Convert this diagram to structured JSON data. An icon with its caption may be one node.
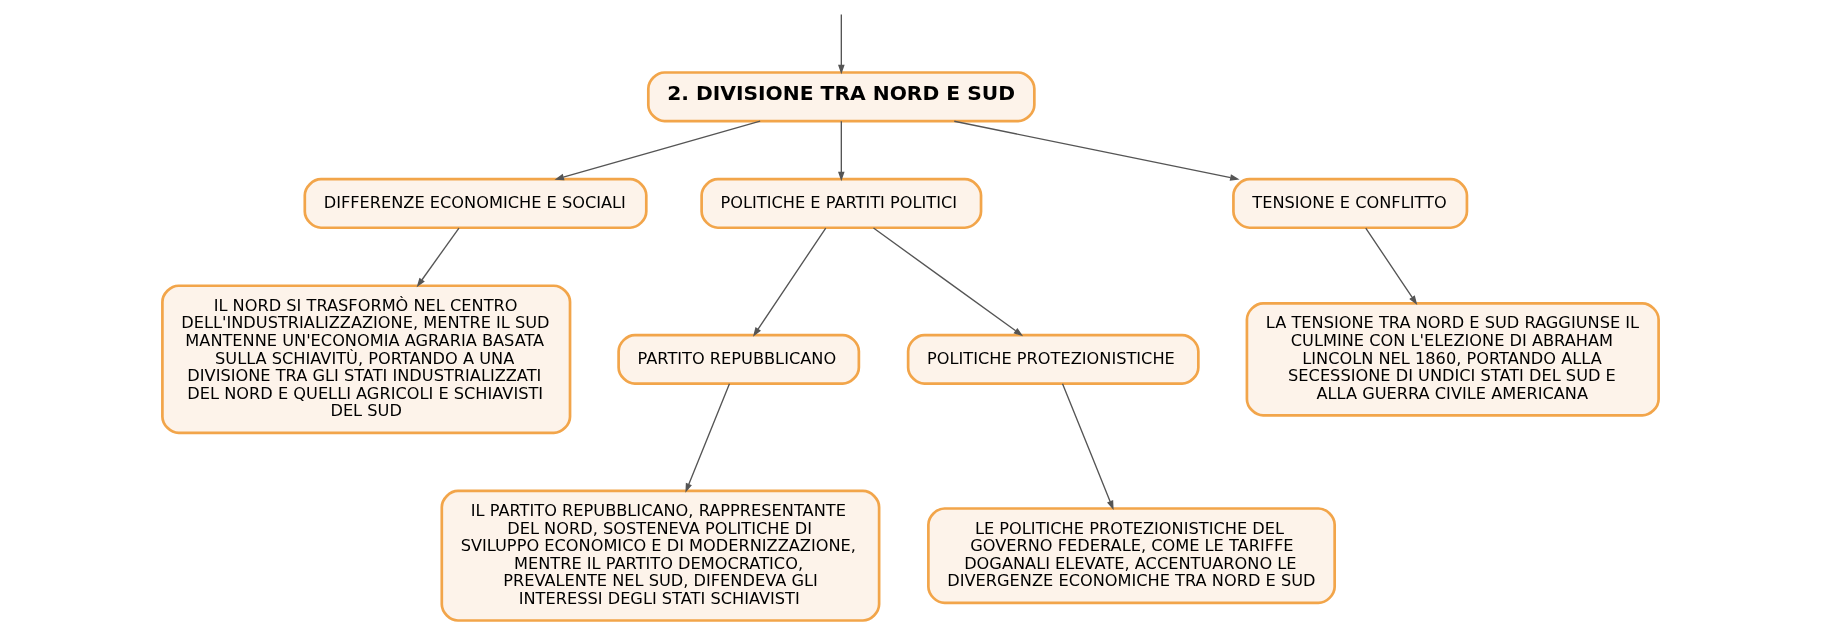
{
  "diagram": {
    "nodes": [
      {
        "text": [
          "2. DIVISIONE TRA NORD E SUD"
        ]
      },
      {
        "text": [
          "DIFFERENZE ECONOMICHE E SOCIALI"
        ]
      },
      {
        "text": [
          "POLITICHE E PARTITI POLITICI"
        ]
      },
      {
        "text": [
          "TENSIONE E CONFLITTO"
        ]
      },
      {
        "text": [
          "IL NORD SI TRASFORMÒ NEL CENTRO DELL'INDUSTRIALIZZAZIONE, MENTRE IL SUD MANTENNE UN'ECONOMIA AGRARIA BASATA SULLA SCHIAVITÙ, PORTANDO A UNA DIVISIONE TRA GLI STATI INDUSTRIALIZZATI DEL NORD E QUELLI AGRICOLI E SCHIAVISTI DEL SUD"
        ]
      },
      {
        "text": [
          "PARTITO REPUBBLICANO"
        ]
      },
      {
        "text": [
          "POLITICHE PROTEZIONISTICHE"
        ]
      },
      {
        "text": [
          "LA TENSIONE TRA NORD E SUD RAGGIUNSE IL CULMINE CON L'ELEZIONE DI ABRAHAM LINCOLN NEL 1860, PORTANDO ALLA SECESSIONE DI UNDICI STATI DEL SUD E ALLA GUERRA CIVILE AMERICANA"
        ]
      },
      {
        "text": [
          "IL PARTITO REPUBBLICANO, RAPPRESENTANTE DEL NORD, SOSTENEVA POLITICHE DI SVILUPPO ECONOMICO E DI MODERNIZZAZIONE, MENTRE IL PARTITO DEMOCRATICO, PREVALENTE NEL SUD, DIFENDEVA GLI INTERESSI DEGLI STATI SCHIAVISTI"
        ]
      },
      {
        "text": [
          "LE POLITICHE PROTEZIONISTICHE DEL GOVERNO FEDERALE, COME LE TARIFFE DOGANALI ELEVATE, ACCENTUARONO LE DIVERGENZE ECONOMICHE TRA NORD E SUD"
        ]
      }
    ],
    "edges": [
      {
        "from": null,
        "to": 0,
        "arrow": "to"
      },
      {
        "from": 0,
        "to": 1,
        "arrow": "to"
      },
      {
        "from": 0,
        "to": 2,
        "arrow": "to"
      },
      {
        "from": 0,
        "to": 3,
        "arrow": "to"
      },
      {
        "from": 1,
        "to": 4,
        "arrow": "to"
      },
      {
        "from": 2,
        "to": 5,
        "arrow": "to"
      },
      {
        "from": 2,
        "to": 6,
        "arrow": "to"
      },
      {
        "from": 3,
        "to": 7,
        "arrow": "to"
      },
      {
        "from": 5,
        "to": 8,
        "arrow": "to"
      },
      {
        "from": 6,
        "to": 9,
        "arrow": "to"
      }
    ]
  }
}
